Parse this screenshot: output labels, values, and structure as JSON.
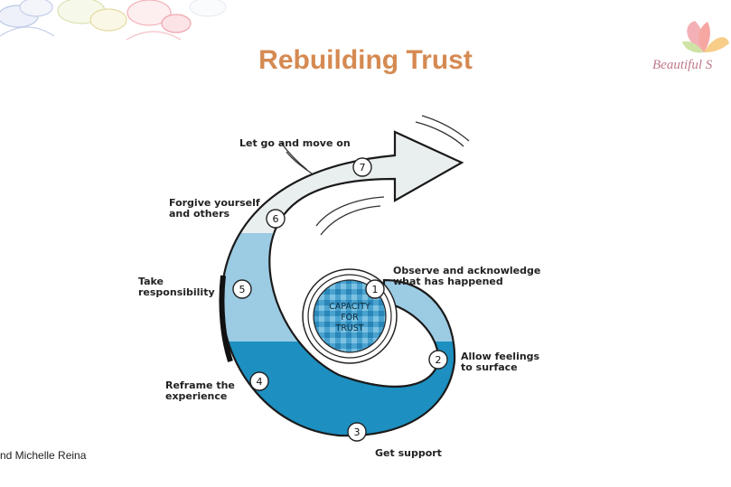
{
  "title": "Rebuilding Trust",
  "credit": "nd Michelle Reina",
  "logo_text": "Beautiful S",
  "center": {
    "line1": "CAPACITY",
    "line2": "FOR",
    "line3": "TRUST"
  },
  "steps": [
    {
      "num": "1",
      "label_lines": [
        "Observe and acknowledge",
        "what has happened"
      ]
    },
    {
      "num": "2",
      "label_lines": [
        "Allow feelings",
        "to surface"
      ]
    },
    {
      "num": "3",
      "label_lines": [
        "Get support"
      ]
    },
    {
      "num": "4",
      "label_lines": [
        "Reframe the",
        "experience"
      ]
    },
    {
      "num": "5",
      "label_lines": [
        "Take",
        "responsibility"
      ]
    },
    {
      "num": "6",
      "label_lines": [
        "Forgive yourself",
        "and others"
      ]
    },
    {
      "num": "7",
      "label_lines": [
        "Let go and move on"
      ]
    }
  ],
  "colors": {
    "title": "#d58a52",
    "dark_blue": "#1d8fc0",
    "light_blue": "#9ccbe4",
    "pale": "#e9eeef"
  }
}
